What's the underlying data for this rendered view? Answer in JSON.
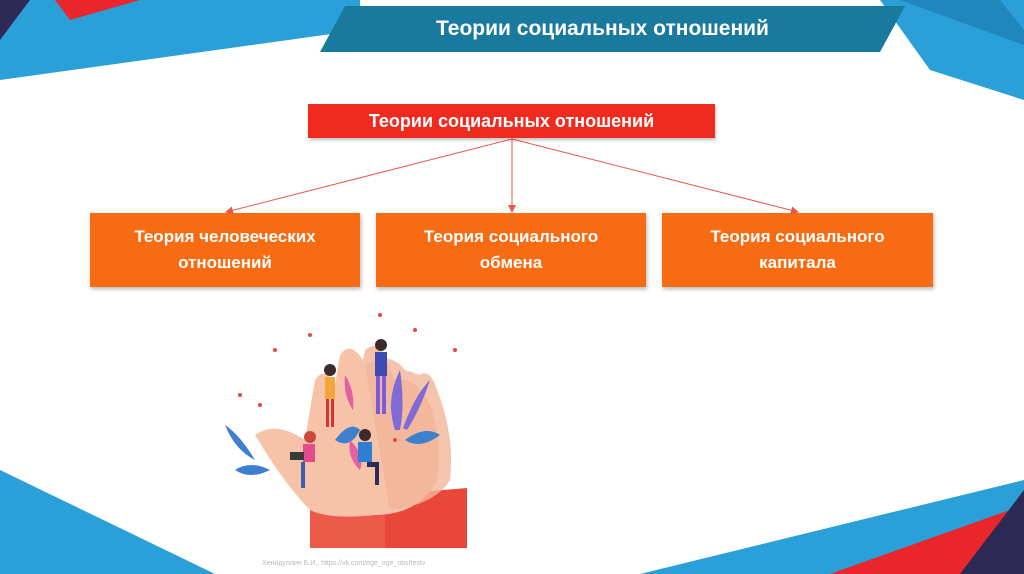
{
  "header": {
    "title": "Теории социальных отношений"
  },
  "diagram": {
    "root": "Теории социальных отношений",
    "children": [
      {
        "line1": "Теория человеческих",
        "line2": "отношений"
      },
      {
        "line1": "Теория социального",
        "line2": "обмена"
      },
      {
        "line1": "Теория социального",
        "line2": "капитала"
      }
    ]
  },
  "credit": "Хенидуллин Б.И., https://vk.com/ege_oge_obshestv",
  "colors": {
    "header_banner": "#197a9e",
    "accent_blue": "#2a9fd8",
    "accent_red": "#e8262b",
    "accent_navy": "#2c2a55",
    "root_box": "#ef2a1f",
    "child_box": "#f76b12",
    "connector": "#e85a4a"
  },
  "illustration": {
    "name": "hands-with-people-and-plants"
  }
}
